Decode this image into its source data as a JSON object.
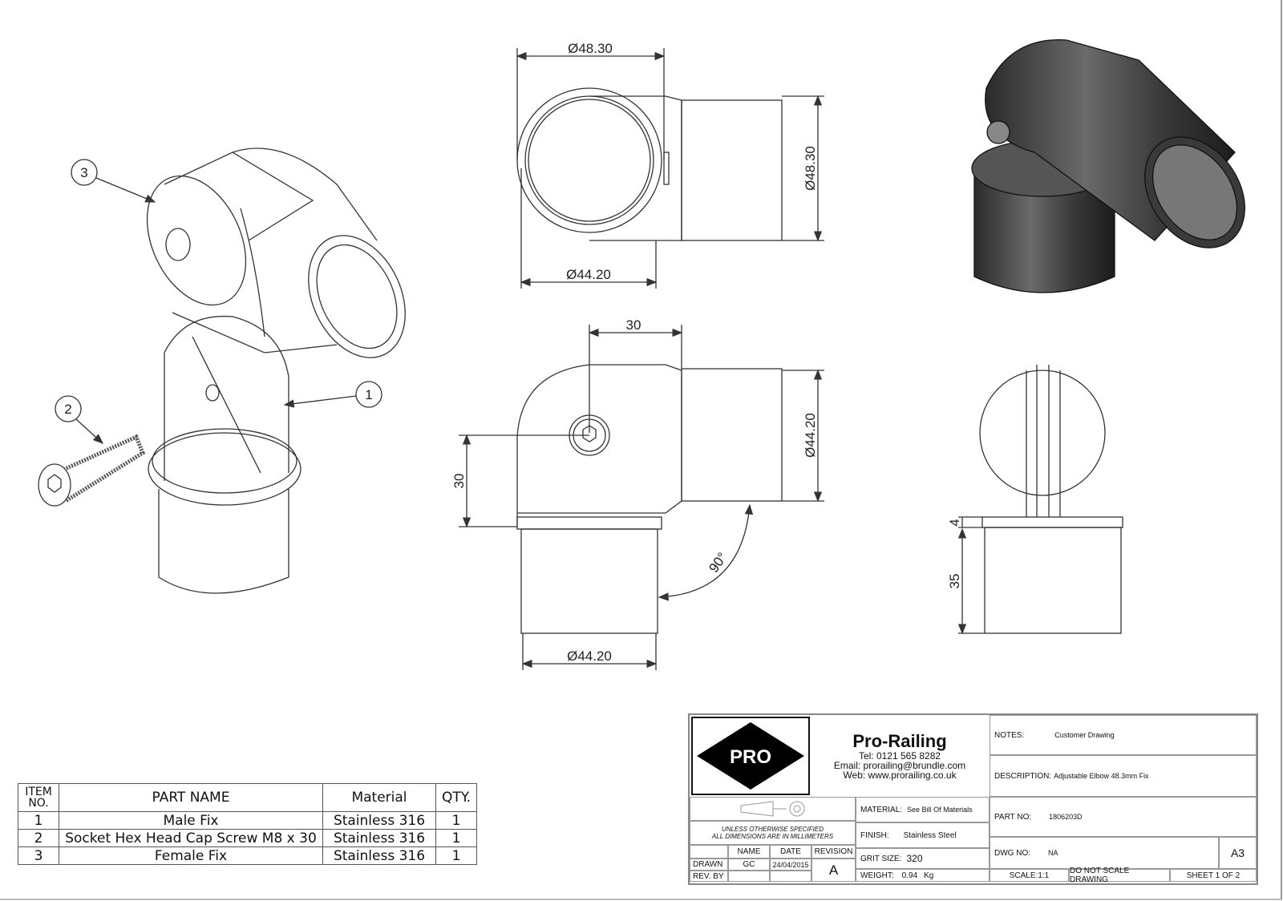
{
  "views": {
    "top": {
      "dia_top": "Ø48.30",
      "dia_right": "Ø48.30",
      "dia_bottom": "Ø44.20"
    },
    "front": {
      "dim_top": "30",
      "dim_left": "30",
      "dia_right": "Ø44.20",
      "dia_bottom": "Ø44.20",
      "angle": "90°"
    },
    "side": {
      "dim_flange": "4",
      "dim_tube": "35"
    },
    "exploded": {
      "balloons": [
        "1",
        "2",
        "3"
      ]
    }
  },
  "bom": {
    "headers": {
      "item": "ITEM",
      "no": "NO.",
      "part": "PART NAME",
      "material": "Material",
      "qty": "QTY."
    },
    "rows": [
      {
        "item": "1",
        "part": "Male Fix",
        "material": "Stainless 316",
        "qty": "1"
      },
      {
        "item": "2",
        "part": "Socket Hex Head Cap Screw M8 x 30",
        "material": "Stainless 316",
        "qty": "1"
      },
      {
        "item": "3",
        "part": "Female Fix",
        "material": "Stainless 316",
        "qty": "1"
      }
    ]
  },
  "title_block": {
    "logo_text": "PRO",
    "company": "Pro-Railing",
    "tel": "Tel: 0121 565 8282",
    "email": "Email: prorailing@brundle.com",
    "web": "Web: www.prorailing.co.uk",
    "units_note_1": "UNLESS OTHERWISE SPECIFIED",
    "units_note_2": "ALL DIMENSIONS ARE IN MILLIMETERS",
    "col_name": "NAME",
    "col_date": "DATE",
    "col_revision": "REVISION",
    "drawn_label": "DRAWN",
    "drawn_name": "GC",
    "drawn_date": "24/04/2015",
    "revision": "A",
    "rev_by_label": "REV. BY",
    "material_label": "MATERIAL:",
    "material": "See Bill Of Materials",
    "finish_label": "FINISH:",
    "finish": "Stainless Steel",
    "grit_label": "GRIT SIZE:",
    "grit": "320",
    "weight_label": "WEIGHT:",
    "weight": "0.94",
    "weight_unit": "Kg",
    "notes_label": "NOTES:",
    "notes": "Customer Drawing",
    "description_label": "DESCRIPTION:",
    "description": "Adjustable Elbow 48.3mm Fix",
    "part_no_label": "PART NO:",
    "part_no": "1806203D",
    "dwg_no_label": "DWG NO:",
    "dwg_no": "NA",
    "sheet_size": "A3",
    "scale": "SCALE:1:1",
    "no_scale": "DO NOT SCALE DRAWING",
    "sheet": "SHEET 1 OF 2"
  }
}
